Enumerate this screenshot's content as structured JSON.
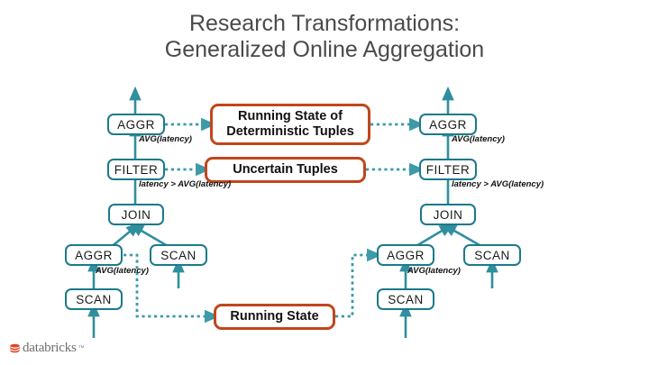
{
  "slide": {
    "title_line1": "Research Transformations:",
    "title_line2": "Generalized Online Aggregation",
    "background": "#ffffff",
    "title_color": "#4a4a4a"
  },
  "colors": {
    "operator_border": "#1b7a8a",
    "state_border": "#c1461b",
    "connector": "#2f8f9e",
    "dotted_connector": "#3d9aa8",
    "logo_red": "#e8421f",
    "logo_text": "#6f6f6f"
  },
  "left_plan": {
    "aggr_top": "AGGR",
    "aggr_top_label": "AVG(latency)",
    "filter": "FILTER",
    "filter_label": "latency > AVG(latency)",
    "join": "JOIN",
    "aggr_bottom": "AGGR",
    "aggr_bottom_label": "AVG(latency)",
    "scan_right": "SCAN",
    "scan_bottom": "SCAN"
  },
  "right_plan": {
    "aggr_top": "AGGR",
    "aggr_top_label": "AVG(latency)",
    "filter": "FILTER",
    "filter_label": "latency > AVG(latency)",
    "join": "JOIN",
    "aggr_bottom": "AGGR",
    "aggr_bottom_label": "AVG(latency)",
    "scan_right": "SCAN",
    "scan_bottom": "SCAN"
  },
  "states": {
    "deterministic_line1": "Running State of",
    "deterministic_line2": "Deterministic Tuples",
    "uncertain": "Uncertain Tuples",
    "running_state": "Running State"
  },
  "logo": {
    "name": "databricks",
    "trademark": "™"
  }
}
